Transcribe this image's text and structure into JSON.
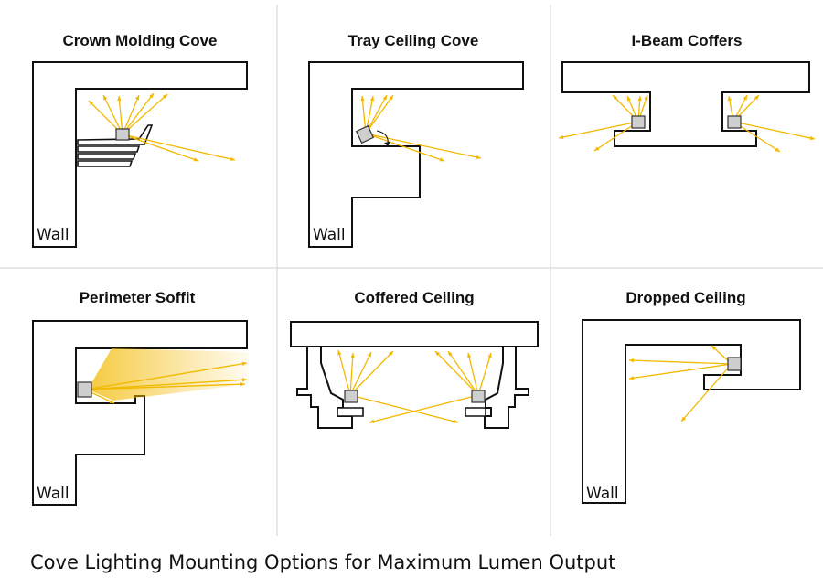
{
  "colors": {
    "light": "#f2b900",
    "outline": "#111111",
    "fixture": "#cfcfcf",
    "divider": "#d0d0d0"
  },
  "panels": [
    {
      "title": "Crown Molding Cove",
      "wall_label": "Wall"
    },
    {
      "title": "Tray Ceiling Cove",
      "wall_label": "Wall"
    },
    {
      "title": "I-Beam Coffers"
    },
    {
      "title": "Perimeter Soffit",
      "wall_label": "Wall"
    },
    {
      "title": "Coffered Ceiling"
    },
    {
      "title": "Dropped Ceiling",
      "wall_label": "Wall"
    }
  ],
  "caption": "Cove Lighting Mounting Options for Maximum Lumen Output"
}
